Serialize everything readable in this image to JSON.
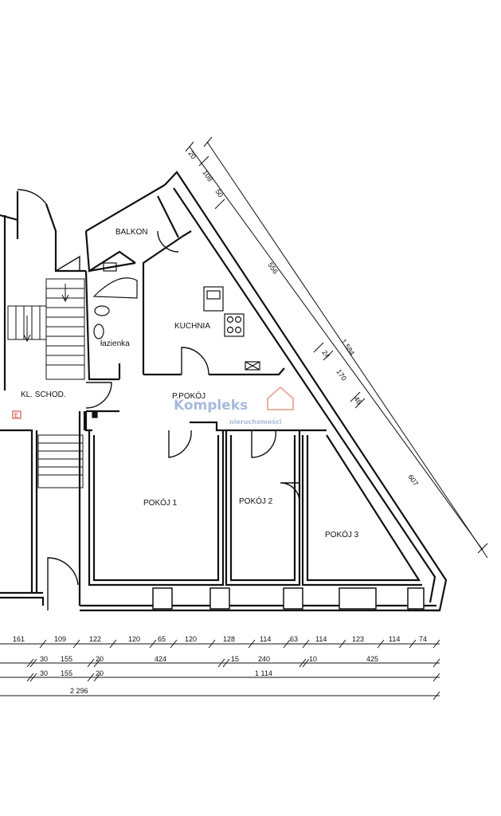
{
  "rooms": {
    "balkon": "BALKON",
    "kuchnia": "KUCHNIA",
    "lazienka": "łazienka",
    "klatka": "KL. SCHOD.",
    "przedpokoj": "P.POKÓJ",
    "pokoj1": "POKÓJ 1",
    "pokoj2": "POKÓJ 2",
    "pokoj3": "POKÓJ 3"
  },
  "watermark": {
    "name": "Kompleks",
    "tagline": "nieruchomości"
  },
  "entrance_badge": "E",
  "dimensions": {
    "diagonal_outer": [
      "20",
      "108",
      "50",
      "556",
      "1 584",
      "24",
      "170",
      "48",
      "607"
    ],
    "row1": [
      "161",
      "109",
      "122",
      "120",
      "65",
      "120",
      "128",
      "114",
      "63",
      "114",
      "123",
      "114",
      "74"
    ],
    "row2": [
      "30",
      "155",
      "20",
      "424",
      "15",
      "240",
      "10",
      "425"
    ],
    "row3": [
      "30",
      "155",
      "20",
      "1 114"
    ],
    "row4": [
      "2 296"
    ]
  }
}
